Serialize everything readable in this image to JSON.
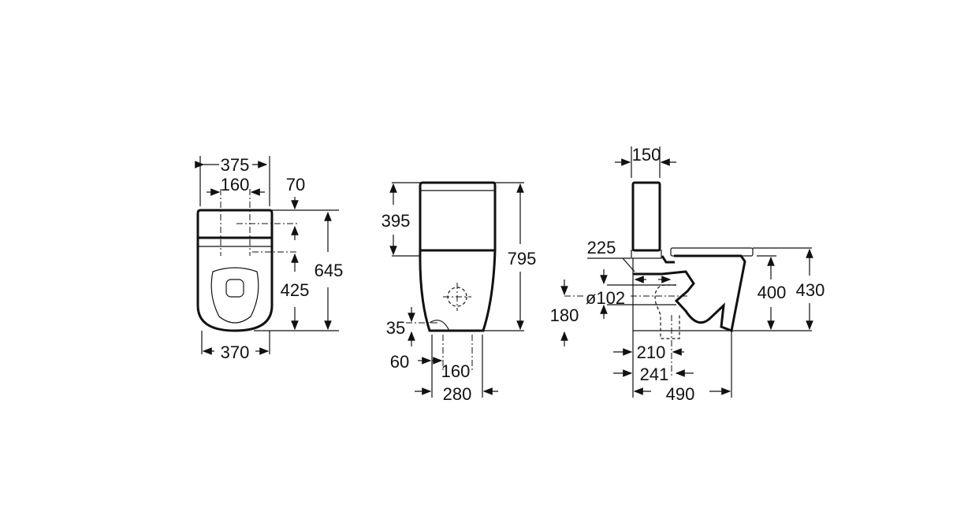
{
  "top_view": {
    "width_top": "375",
    "hole_spacing": "160",
    "offset": "70",
    "length": "645",
    "fixing": "425",
    "width_bottom": "370"
  },
  "front_view": {
    "tank_height": "395",
    "total_height": "795",
    "inlet_height": "35",
    "inlet_offset": "60",
    "fixing_spacing": "160",
    "base_width": "280"
  },
  "side_view": {
    "tank_depth": "150",
    "wall_gap": "225",
    "outlet_diameter": "ø102",
    "outlet_height": "180",
    "seat_height": "400",
    "total_seat_height": "430",
    "outlet_dist_min": "210",
    "outlet_dist_max": "241",
    "total_depth": "490"
  }
}
